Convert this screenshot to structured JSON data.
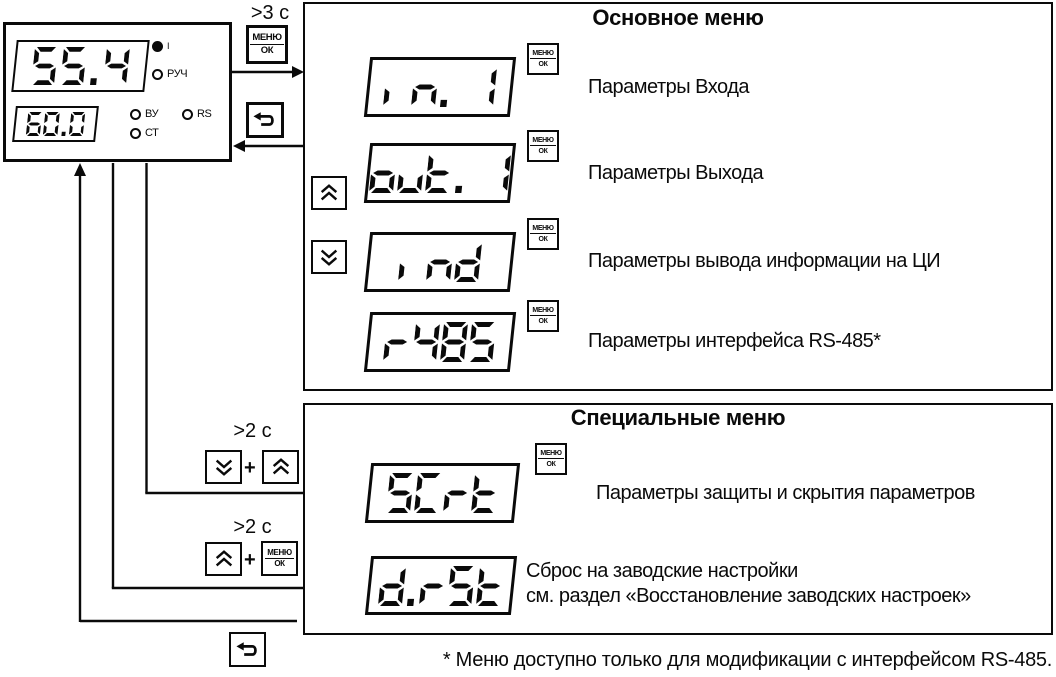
{
  "device": {
    "pv": "55.4",
    "sv": "60.0",
    "leds": {
      "power": "I",
      "manual": "РУЧ",
      "vu": "ВУ",
      "rs": "RS",
      "st": "СТ"
    }
  },
  "buttons": {
    "menu_top": "МЕНЮ",
    "menu_bottom": "ОК",
    "plus": "+"
  },
  "hold": {
    "menu": ">3 с",
    "scrt": ">2 с",
    "drst": ">2 с"
  },
  "main_menu": {
    "title": "Основное меню",
    "items": [
      {
        "display": "in. 1",
        "label": "Параметры Входа"
      },
      {
        "display": "out. 1",
        "label": "Параметры Выхода"
      },
      {
        "display": "ind",
        "label": "Параметры вывода информации на ЦИ"
      },
      {
        "display": "r485",
        "label": "Параметры интерфейса RS-485*"
      }
    ]
  },
  "special_menu": {
    "title": "Специальные меню",
    "items": [
      {
        "display": "SCrt",
        "label": "Параметры защиты и скрытия параметров"
      },
      {
        "display": "d.rSt",
        "label": "Сброс на заводские настройки",
        "label2": "см. раздел «Восстановление заводских настроек»"
      }
    ]
  },
  "footnote": "* Меню доступно только для модификации с интерфейсом RS-485."
}
